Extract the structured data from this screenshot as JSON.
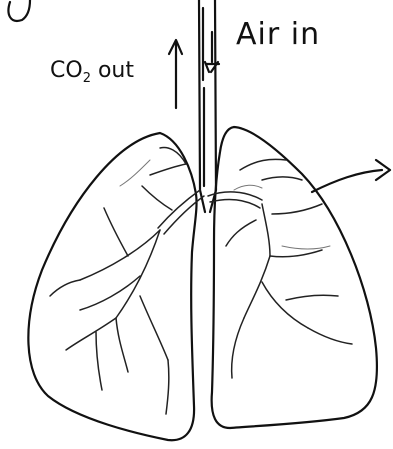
{
  "labels": {
    "air_in": "Air in",
    "co2_main": "CO",
    "co2_sub": "2",
    "co2_rest": " out"
  },
  "colors": {
    "ink": "#111111",
    "background": "#ffffff"
  }
}
